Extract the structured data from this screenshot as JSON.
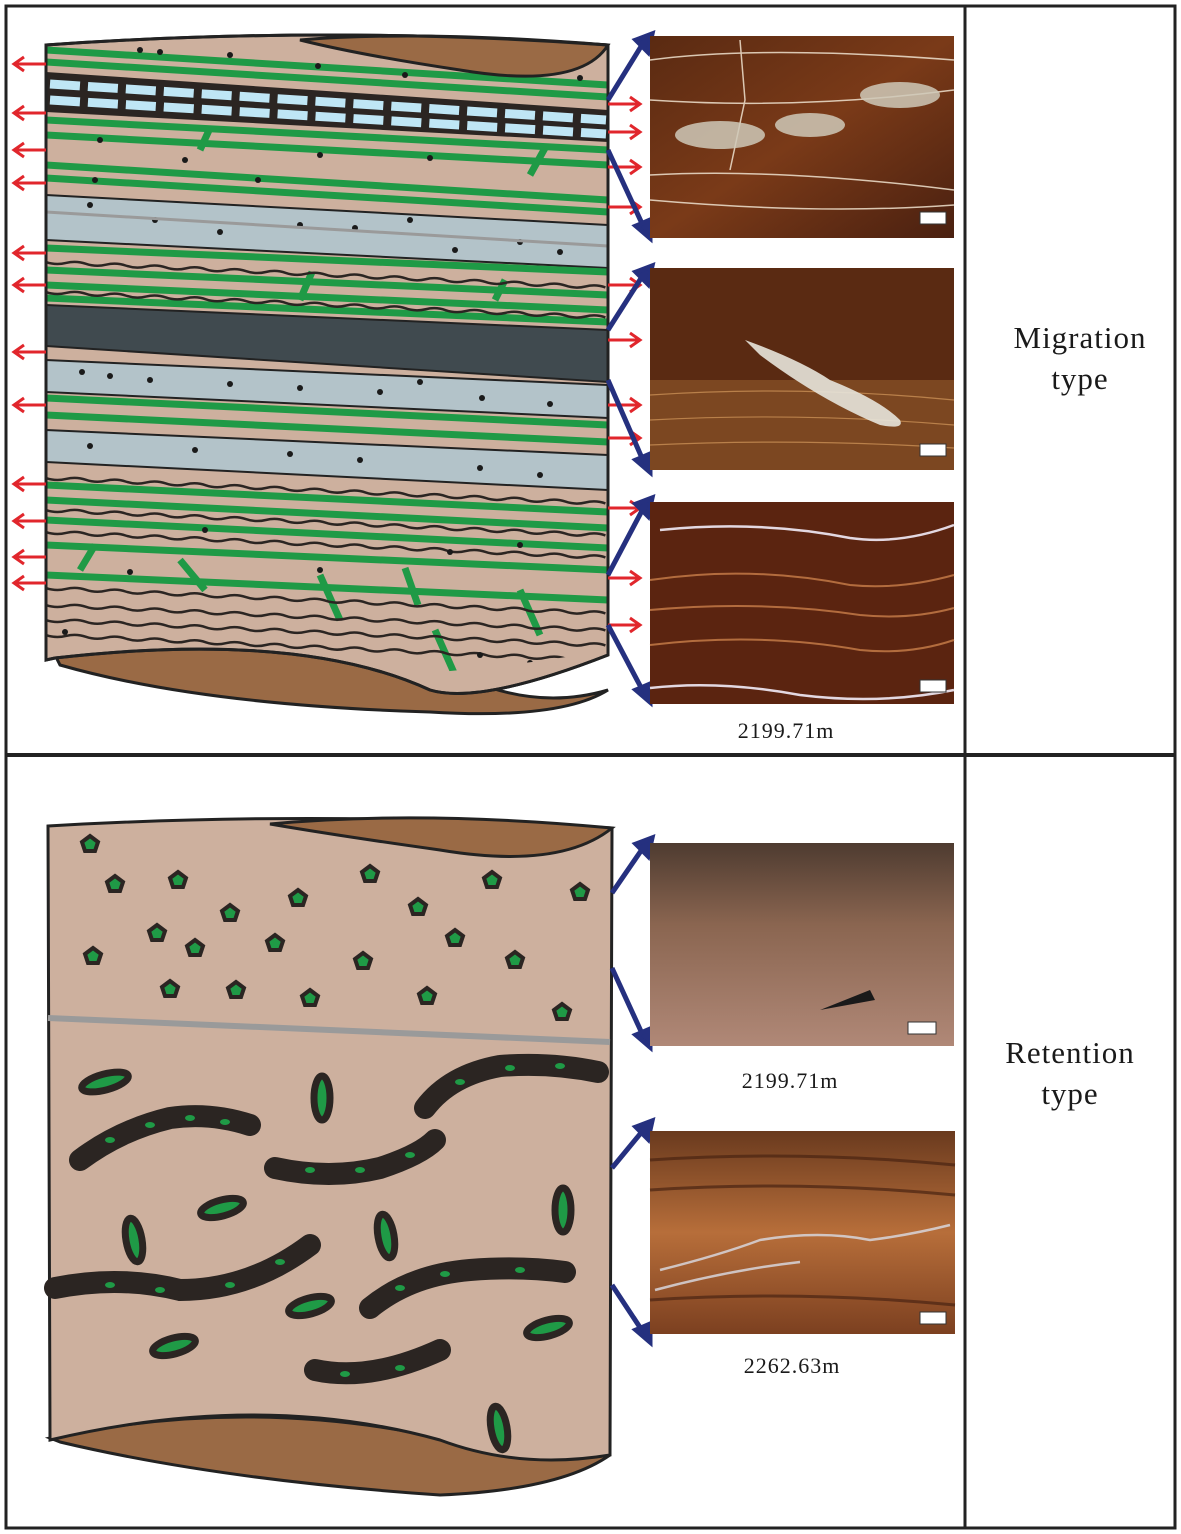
{
  "panels": [
    {
      "label_line1": "Migration",
      "label_line2": "type",
      "depth_label": "2199.71m"
    },
    {
      "label_line1": "Retention",
      "label_line2": "type",
      "depth_labels": [
        "2199.71m",
        "2262.63m"
      ]
    }
  ],
  "colors": {
    "matrix_tan": "#cdb09e",
    "cap_brown": "#9a6a45",
    "silt_grey_blue": "#b3c3c9",
    "dark_band": "#404a4f",
    "green_fill": "#1f9a46",
    "red_arrow": "#e1262c",
    "blue_arrow": "#25307f",
    "ice_blue": "#bfe6f5",
    "organic_black": "#2b2522"
  }
}
